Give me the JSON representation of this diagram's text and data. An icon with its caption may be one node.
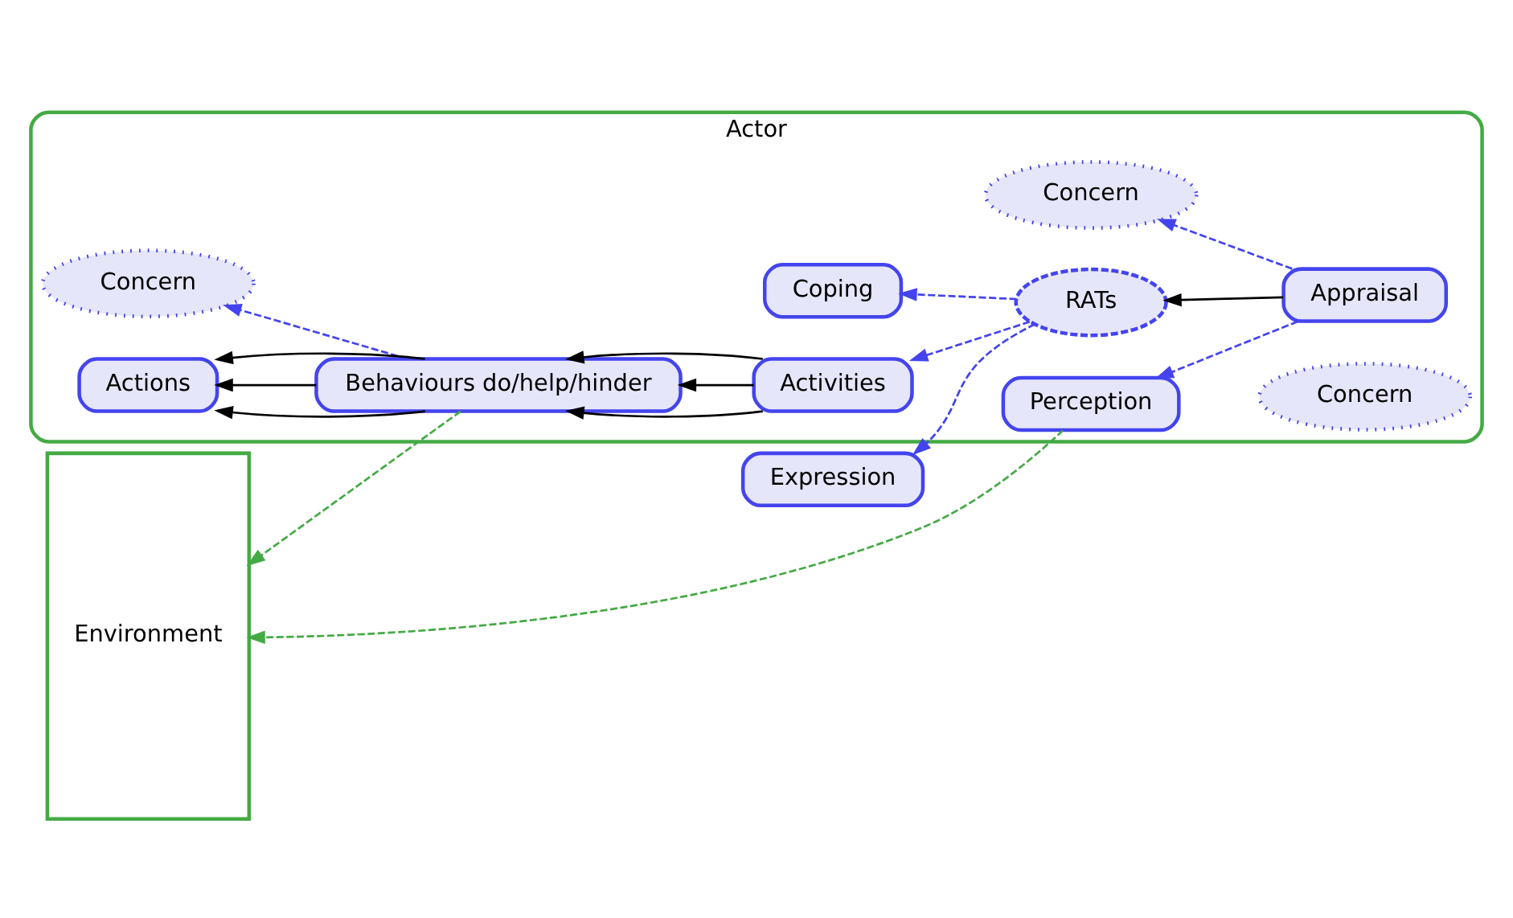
{
  "diagram": {
    "nodes": [
      {
        "text": [
          "Environment"
        ]
      },
      {
        "text": [
          "Actor"
        ]
      },
      {
        "text": [
          "Perception"
        ],
        "in": 1
      },
      {
        "text": [
          "Appraisal"
        ],
        "in": 1
      },
      {
        "text": [
          "Expression"
        ]
      },
      {
        "text": [
          "RATs"
        ],
        "in": 1
      },
      {
        "text": [
          "Activities"
        ],
        "in": 1
      },
      {
        "text": [
          "Concern"
        ],
        "in": 1
      },
      {
        "text": [
          "Coping"
        ],
        "in": 1
      },
      {
        "text": [
          "Concern"
        ],
        "in": 1
      },
      {
        "text": [
          "Behaviours do/help/hinder"
        ],
        "in": 1
      },
      {
        "text": [
          "Concern"
        ],
        "in": 1
      },
      {
        "text": [
          "Actions"
        ],
        "in": 1
      }
    ],
    "edges": [
      {
        "from": 3,
        "to": 2,
        "arrow": "to",
        "style": "dashed",
        "color": "#4444ee"
      },
      {
        "from": 2,
        "to": 0,
        "arrow": "to",
        "style": "dashed",
        "color": "#44aa44"
      },
      {
        "from": 3,
        "to": 5,
        "arrow": "to"
      },
      {
        "from": 3,
        "to": 7,
        "arrow": "to",
        "style": "dashed",
        "color": "#4444ee"
      },
      {
        "from": 5,
        "to": 4,
        "arrow": "to",
        "style": "dashed",
        "color": "#4444ee"
      },
      {
        "from": 5,
        "to": 6,
        "arrow": "to",
        "style": "dashed",
        "color": "#4444ee"
      },
      {
        "from": 5,
        "to": 8,
        "arrow": "to",
        "style": "dashed",
        "color": "#4444ee"
      },
      {
        "from": 6,
        "to": 10,
        "arrow": "to"
      },
      {
        "from": 6,
        "to": 10,
        "arrow": "to"
      },
      {
        "from": 6,
        "to": 10,
        "arrow": "to"
      },
      {
        "from": 10,
        "to": 12,
        "arrow": "to"
      },
      {
        "from": 10,
        "to": 12,
        "arrow": "to"
      },
      {
        "from": 10,
        "to": 12,
        "arrow": "to"
      },
      {
        "from": 10,
        "to": 0,
        "arrow": "to",
        "style": "dashed",
        "color": "#44aa44"
      },
      {
        "from": 10,
        "to": 11,
        "arrow": "to",
        "style": "dashed",
        "color": "#4444ee"
      }
    ]
  }
}
